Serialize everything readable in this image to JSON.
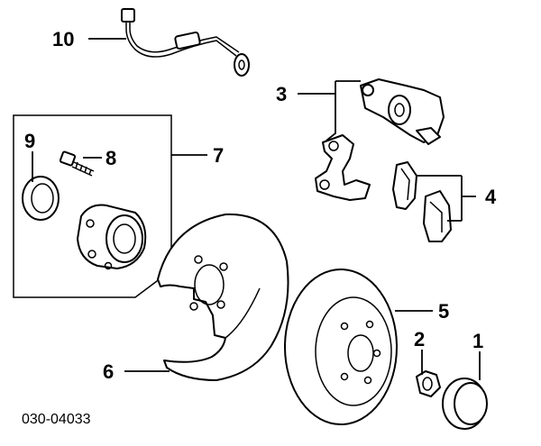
{
  "labels": {
    "l1": "1",
    "l2": "2",
    "l3": "3",
    "l4": "4",
    "l5": "5",
    "l6": "6",
    "l7": "7",
    "l8": "8",
    "l9": "9",
    "l10": "10"
  },
  "diagram_code": "030-04033",
  "colors": {
    "line": "#000000",
    "background": "#ffffff"
  }
}
